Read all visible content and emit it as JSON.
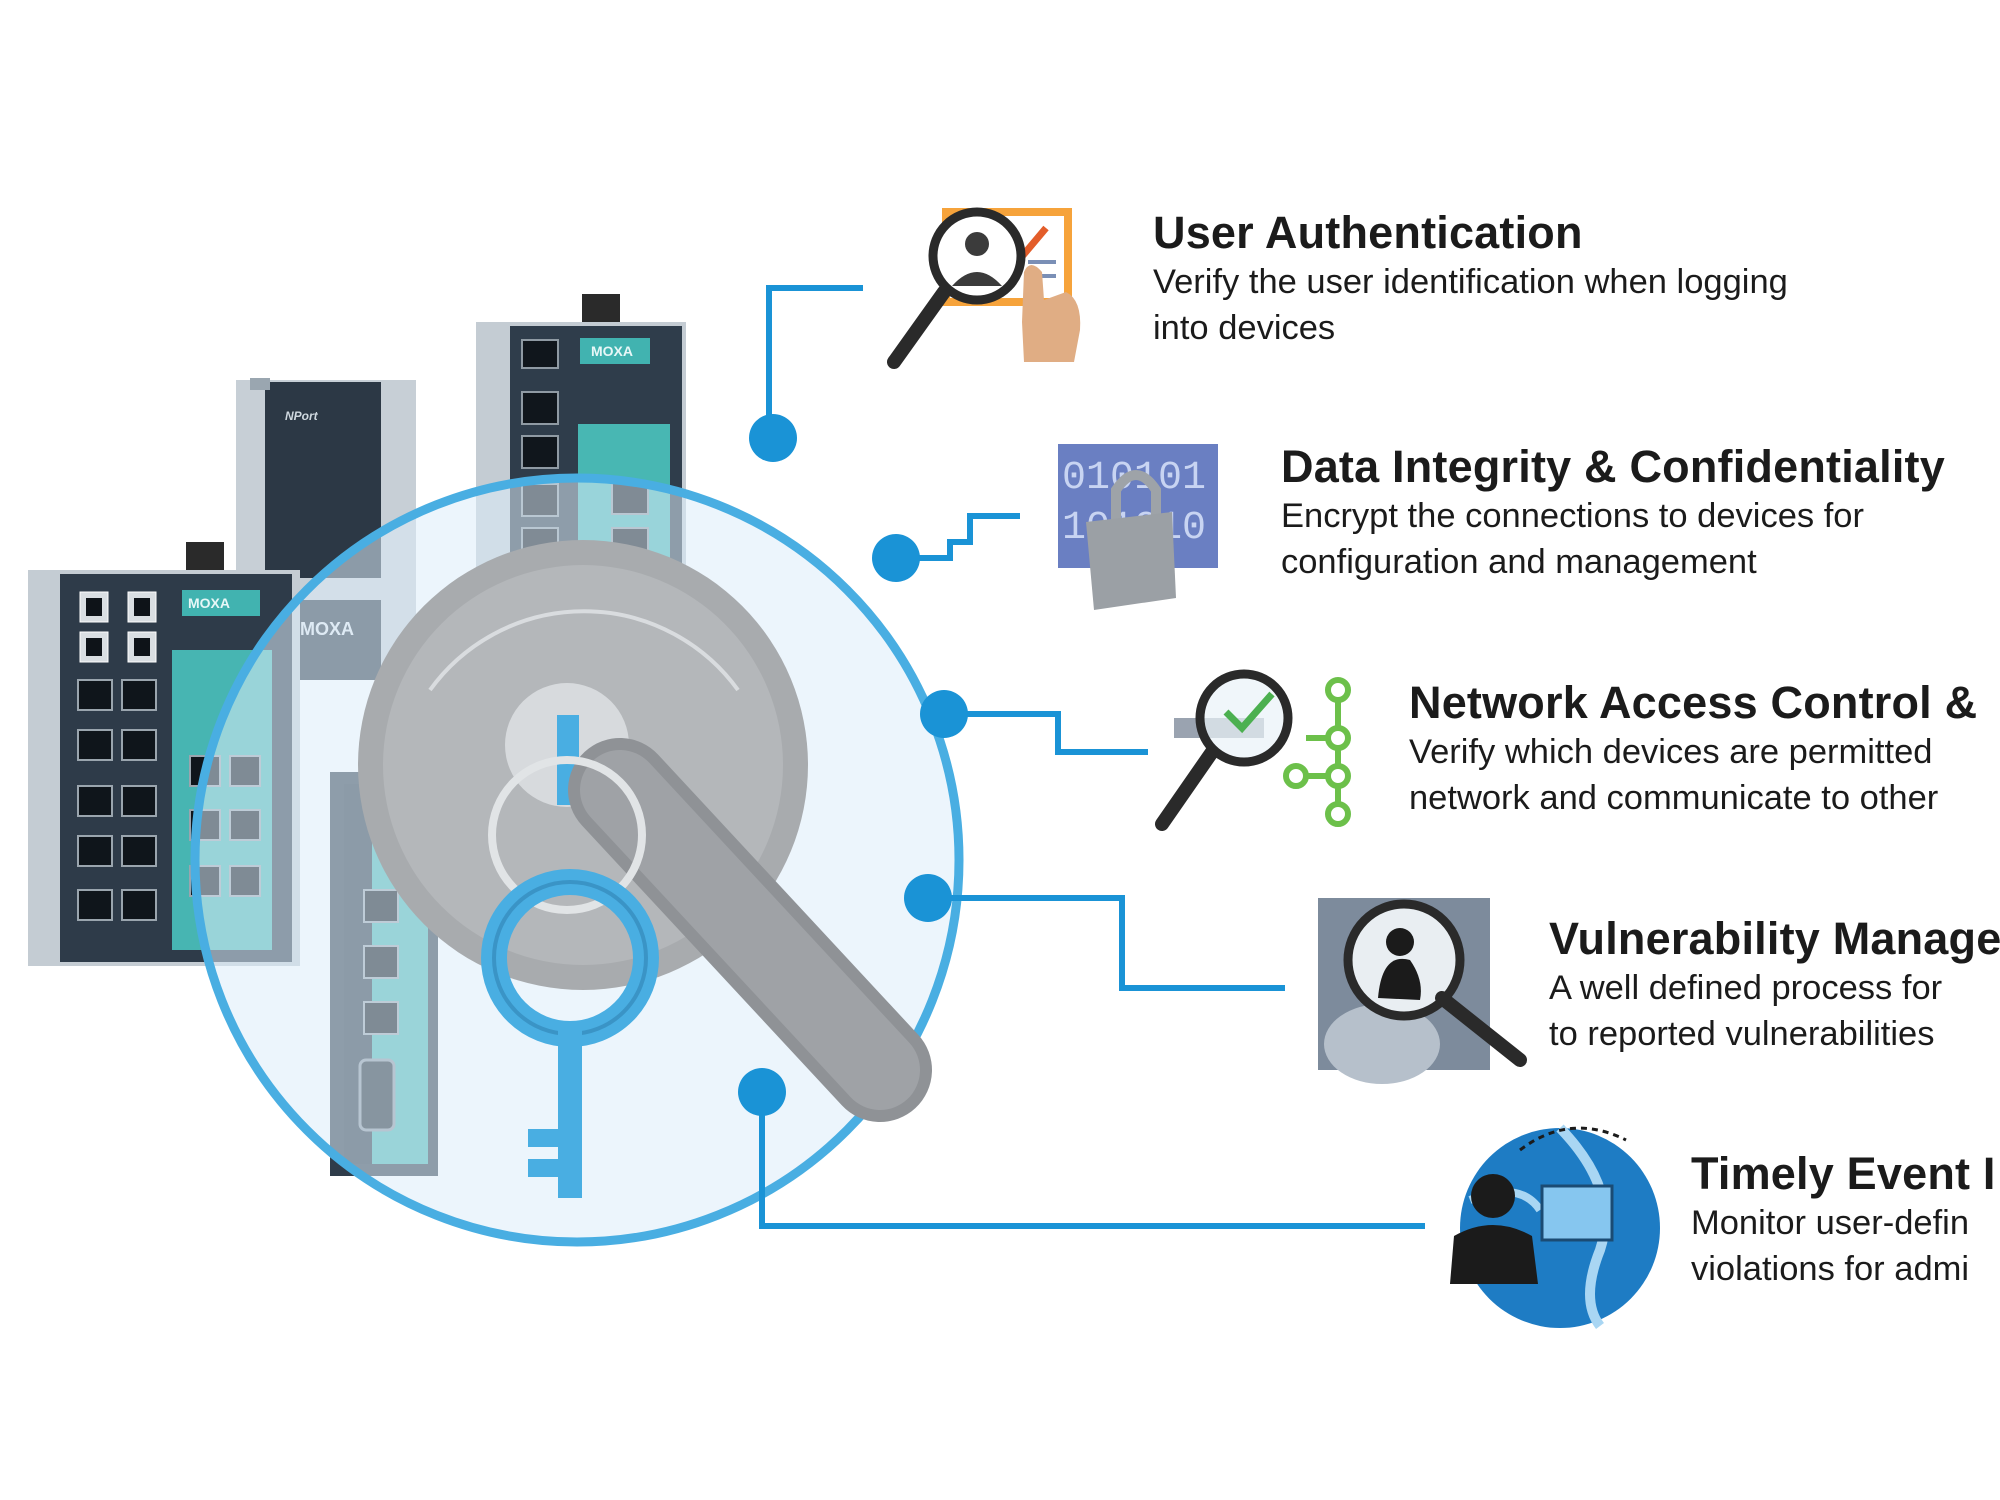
{
  "devices": {
    "brand_label": "MOXA",
    "nport_label": "NPort"
  },
  "connector_color": "#1a93d6",
  "ring_color": "#49aee2",
  "features": [
    {
      "id": "user-authentication",
      "title": "User Authentication",
      "desc_line1": "Verify the user identification when logging",
      "desc_line2": "into devices",
      "icon": "magnifier-id-card-icon"
    },
    {
      "id": "data-integrity",
      "title": "Data Integrity & Confidentiality",
      "desc_line1": "Encrypt the connections to devices for",
      "desc_line2": "configuration and management",
      "icon": "binary-padlock-icon",
      "binary_line1": "010101",
      "binary_line2": "101010"
    },
    {
      "id": "network-access-control",
      "title": "Network Access Control &",
      "desc_line1": "Verify which devices are permitted",
      "desc_line2": "network and communicate to other",
      "icon": "magnifier-network-check-icon"
    },
    {
      "id": "vulnerability-management",
      "title": "Vulnerability Manage",
      "desc_line1": "A well defined process for",
      "desc_line2": "to reported vulnerabilities",
      "icon": "magnifier-hacker-icon"
    },
    {
      "id": "timely-event",
      "title": "Timely Event I",
      "desc_line1": "Monitor user-defin",
      "desc_line2": "violations for admi",
      "icon": "globe-user-monitor-icon"
    }
  ]
}
